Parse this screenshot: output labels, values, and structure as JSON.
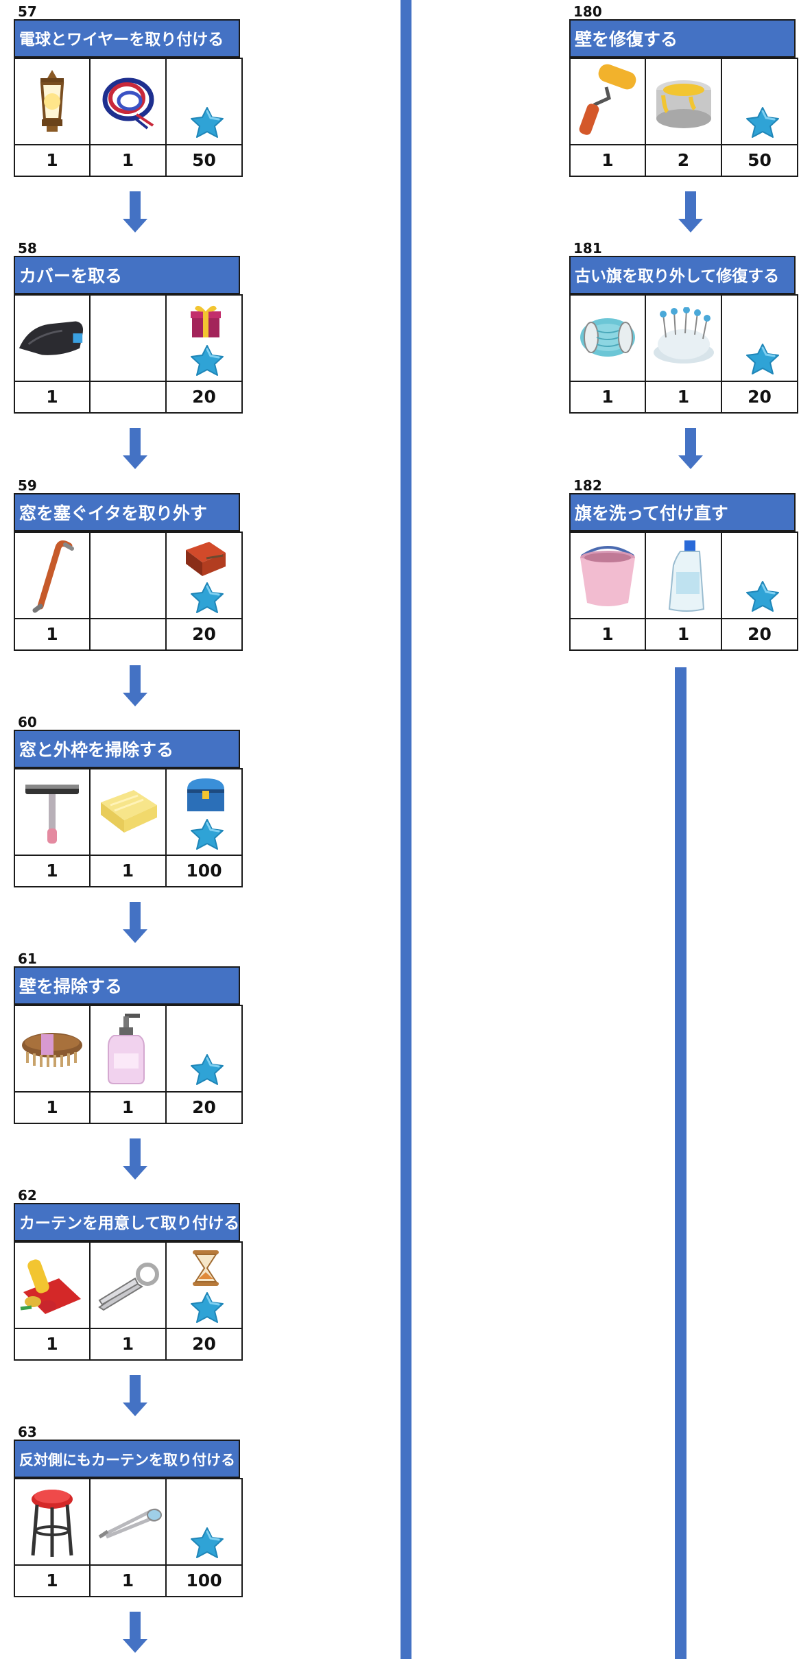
{
  "left_column": [
    {
      "num": "57",
      "title": "電球とワイヤーを取り付ける",
      "items": [
        {
          "icon": "lantern-icon",
          "count": "1"
        },
        {
          "icon": "wire-coil-icon",
          "count": "1"
        },
        {
          "icon": "star-icon",
          "count": "50"
        }
      ]
    },
    {
      "num": "58",
      "title": "カバーを取る",
      "items": [
        {
          "icon": "tarp-cover-icon",
          "count": "1"
        },
        {
          "icon": "",
          "count": ""
        },
        {
          "icon": "gift-star-icon",
          "count": "20"
        }
      ]
    },
    {
      "num": "59",
      "title": "窓を塞ぐイタを取り外す",
      "items": [
        {
          "icon": "crowbar-icon",
          "count": "1"
        },
        {
          "icon": "",
          "count": ""
        },
        {
          "icon": "box-star-icon",
          "count": "20"
        }
      ]
    },
    {
      "num": "60",
      "title": "窓と外枠を掃除する",
      "items": [
        {
          "icon": "squeegee-icon",
          "count": "1"
        },
        {
          "icon": "cloth-icon",
          "count": "1"
        },
        {
          "icon": "chest-star-icon",
          "count": "100"
        }
      ]
    },
    {
      "num": "61",
      "title": "壁を掃除する",
      "items": [
        {
          "icon": "brush-icon",
          "count": "1"
        },
        {
          "icon": "soap-bottle-icon",
          "count": "1"
        },
        {
          "icon": "star-icon",
          "count": "20"
        }
      ]
    },
    {
      "num": "62",
      "title": "カーテンを用意して取り付ける",
      "items": [
        {
          "icon": "fabric-rolls-icon",
          "count": "1"
        },
        {
          "icon": "thread-snips-icon",
          "count": "1"
        },
        {
          "icon": "hourglass-star-icon",
          "count": "20"
        }
      ]
    },
    {
      "num": "63",
      "title": "反対側にもカーテンを取り付ける",
      "items": [
        {
          "icon": "stool-icon",
          "count": "1"
        },
        {
          "icon": "safety-pin-icon",
          "count": "1"
        },
        {
          "icon": "star-icon",
          "count": "100"
        }
      ]
    }
  ],
  "right_column": [
    {
      "num": "180",
      "title": "壁を修復する",
      "items": [
        {
          "icon": "paint-roller-icon",
          "count": "1"
        },
        {
          "icon": "paint-can-icon",
          "count": "2"
        },
        {
          "icon": "star-icon",
          "count": "50"
        }
      ]
    },
    {
      "num": "181",
      "title": "古い旗を取り外して修復する",
      "items": [
        {
          "icon": "thread-spool-icon",
          "count": "1"
        },
        {
          "icon": "pincushion-icon",
          "count": "1"
        },
        {
          "icon": "star-icon",
          "count": "20"
        }
      ]
    },
    {
      "num": "182",
      "title": "旗を洗って付け直す",
      "items": [
        {
          "icon": "bucket-icon",
          "count": "1"
        },
        {
          "icon": "detergent-bottle-icon",
          "count": "1"
        },
        {
          "icon": "star-icon",
          "count": "20"
        }
      ]
    }
  ],
  "colors": {
    "accent": "#4472c4",
    "star": "#2fa3d6",
    "border": "#1a1a1a"
  }
}
